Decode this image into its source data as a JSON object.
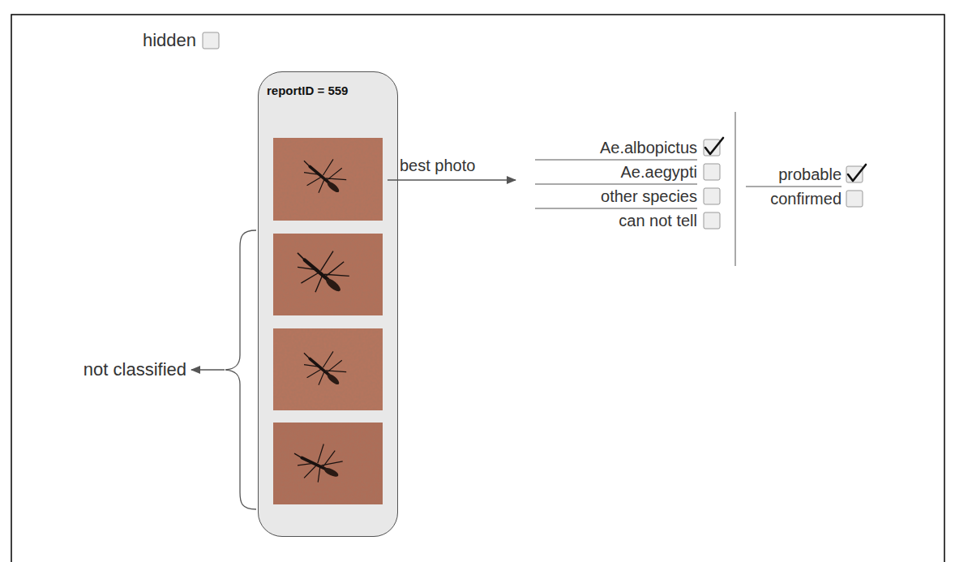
{
  "diagram": {
    "nodes": [
      {
        "text": [
          "reportID = 559"
        ]
      }
    ],
    "labels": [
      "hidden",
      "best photo",
      "Ae.albopictus",
      "Ae.aegypti",
      "other species",
      "can not tell",
      "probable",
      "confirmed",
      "not classified"
    ]
  }
}
